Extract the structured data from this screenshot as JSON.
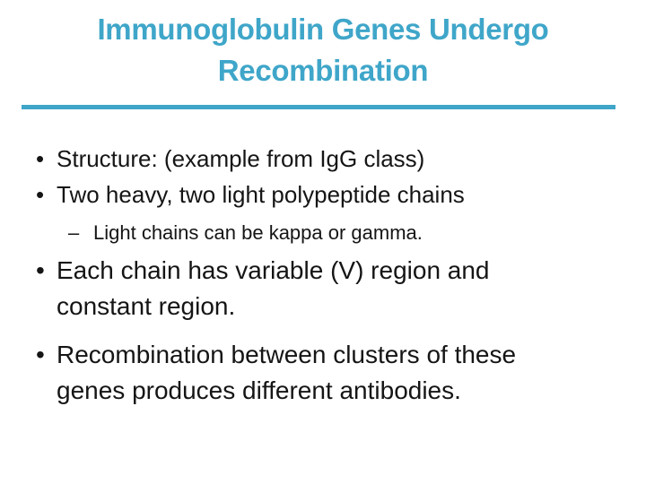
{
  "slide": {
    "title": "Immunoglobulin Genes Undergo\nRecombination",
    "colors": {
      "accent": "#3FA6C9",
      "body_text": "#151515",
      "background": "#FFFFFF"
    },
    "bullets": [
      {
        "level": 1,
        "marker": "•",
        "text": "Structure: (example from IgG class)"
      },
      {
        "level": 1,
        "marker": "•",
        "text": "Two heavy, two light polypeptide chains"
      },
      {
        "level": 2,
        "marker": "–",
        "text": "Light chains can be kappa or gamma."
      },
      {
        "level": 1,
        "marker": "•",
        "text": "Each chain has variable (V) region and\nconstant region."
      },
      {
        "level": 1,
        "marker": "•",
        "text": "Recombination between clusters of these\ngenes produces different antibodies."
      }
    ]
  }
}
